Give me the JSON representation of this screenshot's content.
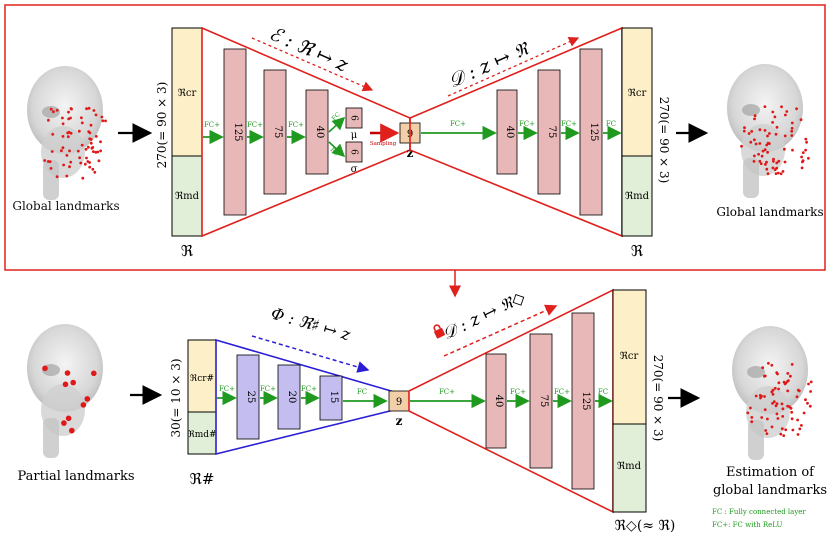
{
  "colors": {
    "red": "#e0201c",
    "green": "#1f9a1f",
    "blue": "#2b1fd6",
    "cr_fill": "#fdf0c8",
    "md_fill": "#e1efd8",
    "fc_fill": "#e8b8b8",
    "phi_fill": "#c3bdf0",
    "z_fill": "#f3cfa9"
  },
  "top": {
    "input_caption": "Global landmarks",
    "output_caption": "Global landmarks",
    "input_size": "270(= 90 × 3)",
    "output_size": "270(= 90 × 3)",
    "cr_label": "ℜcr",
    "md_label": "ℜmd",
    "input_name": "ℜ",
    "output_name": "ℜ",
    "encoder_label": "ℰ : ℜ ↦ z",
    "decoder_label": "𝒟 : z ↦ ℜ",
    "enc_layers": [
      "125",
      "75",
      "40"
    ],
    "dec_layers": [
      "40",
      "75",
      "125"
    ],
    "mu_value": "6",
    "sigma_value": "6",
    "mu_symbol": "μ",
    "sigma_symbol": "σ",
    "sampling": "Sampling",
    "z_value": "9",
    "z_label": "z",
    "fc_plus": "FC+",
    "fc": "FC"
  },
  "bottom": {
    "input_caption": "Partial landmarks",
    "output_caption_line1": "Estimation of",
    "output_caption_line2": "global landmarks",
    "input_size": "30(= 10 × 3)",
    "output_size": "270(= 90 × 3)",
    "cr_label": "ℜcr#",
    "md_label": "ℜmd#",
    "input_name": "ℜ#",
    "output_name": "ℜ◇(≈ ℜ)",
    "phi_label": "Φ : ℜ♯ ↦ z",
    "decoder_label": "𝒟 : z ↦ ℜ◇",
    "phi_layers": [
      "25",
      "20",
      "15"
    ],
    "dec_layers": [
      "40",
      "75",
      "125"
    ],
    "z_value": "9",
    "z_label": "z",
    "fc_plus": "FC+",
    "fc": "FC",
    "out_cr_label": "ℜcr",
    "out_md_label": "ℜmd"
  },
  "legend": {
    "fc": "FC : Fully connected layer",
    "fc_plus": "FC+: FC with ReLU"
  }
}
